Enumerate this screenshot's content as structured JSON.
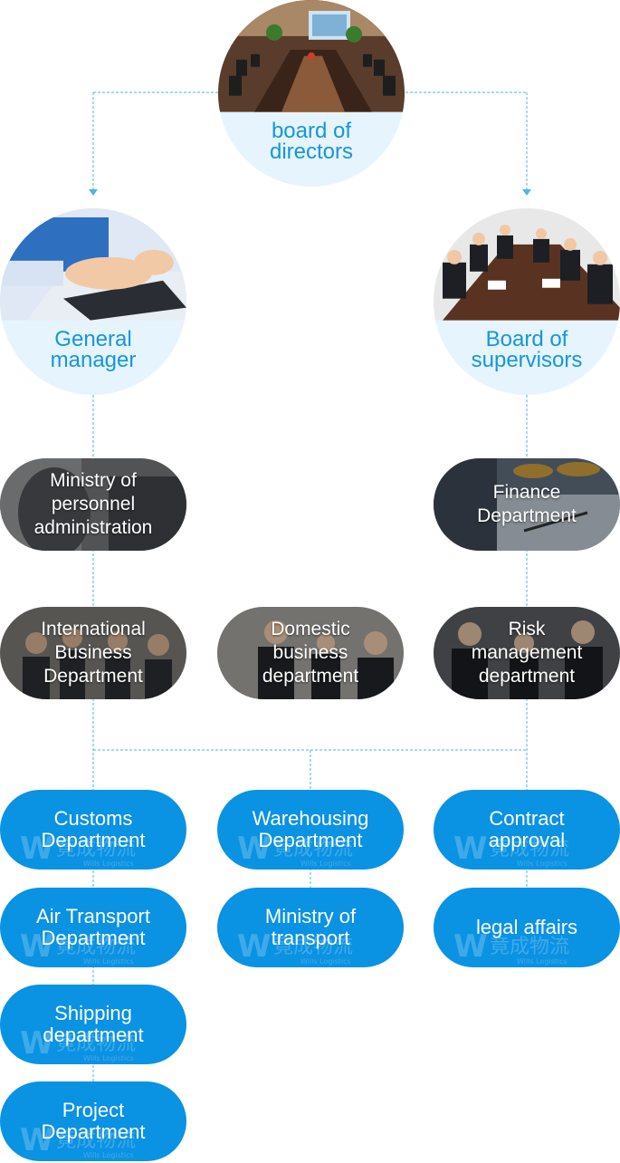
{
  "colors": {
    "accent": "#1596db",
    "pill_blue": "#0a92e3",
    "connector": "#4fb3e6",
    "circle_bg": "#e6f4fd"
  },
  "top": {
    "board_of_directors": "board of\ndirectors"
  },
  "second_level": {
    "general_manager": "General\nmanager",
    "board_of_supervisors": "Board of\nsupervisors"
  },
  "photo_departments": {
    "personnel": "Ministry of\npersonnel\nadministration",
    "finance": "Finance\nDepartment",
    "international": "International\nBusiness\nDepartment",
    "domestic": "Domestic\nbusiness\ndepartment",
    "risk": "Risk\nmanagement\ndepartment"
  },
  "blue_departments": {
    "customs": "Customs\nDepartment",
    "warehousing": "Warehousing\nDepartment",
    "contract": "Contract\napproval",
    "air_transport": "Air Transport\nDepartment",
    "ministry_transport": "Ministry of\ntransport",
    "legal": "legal affairs",
    "shipping": "Shipping\ndepartment",
    "project": "Project\nDepartment"
  },
  "watermark": {
    "logo_text": "竟成物流",
    "sub_text": "Wills Logistics"
  },
  "icons": {
    "arrow": "arrow-down-icon",
    "watermark_logo": "wills-logo-icon"
  }
}
